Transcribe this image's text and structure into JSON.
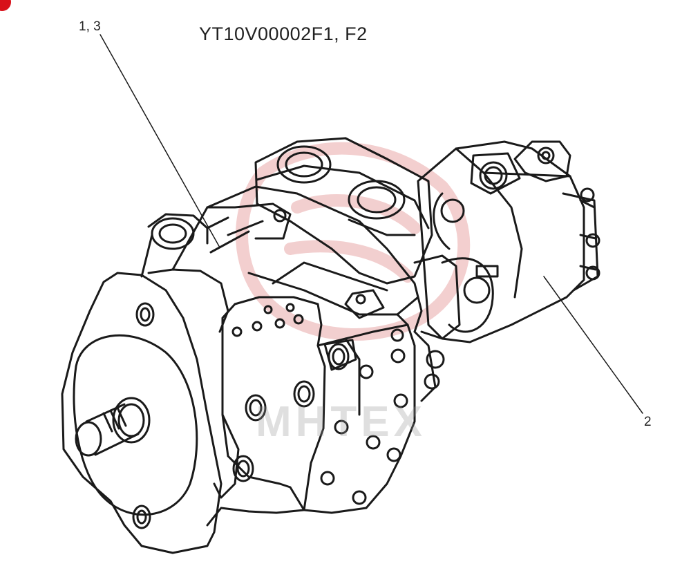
{
  "diagram": {
    "title": "YT10V00002F1, F2",
    "callouts": [
      {
        "id": "callout-1",
        "label": "1, 3"
      },
      {
        "id": "callout-2",
        "label": "2"
      }
    ],
    "watermark": "MHTEX",
    "colors": {
      "line": "#1a1a1a",
      "watermark": "#e07070",
      "corner_mark": "#d8101a"
    }
  }
}
